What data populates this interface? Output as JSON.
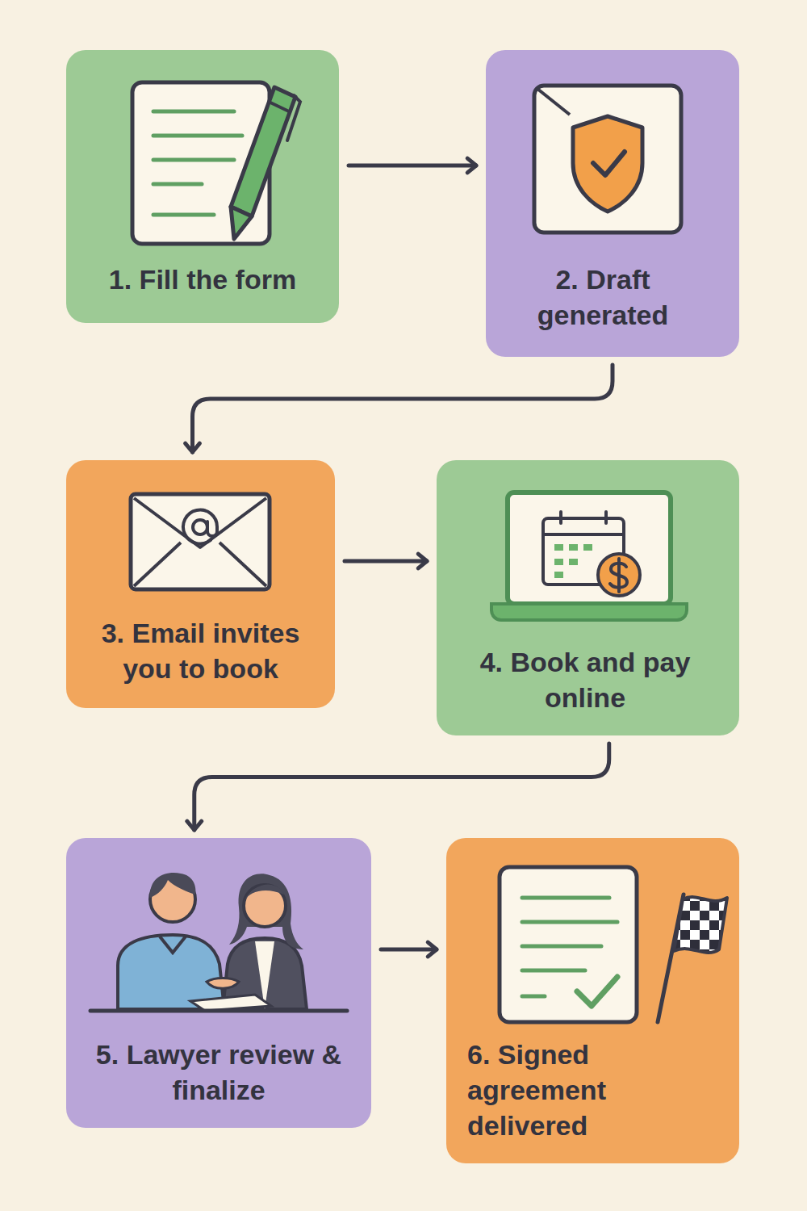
{
  "diagram": {
    "nodes": [
      {
        "text": [
          "1. Fill the form"
        ]
      },
      {
        "text": [
          "2. Draft generated"
        ]
      },
      {
        "text": [
          "3. Email invites you to book"
        ]
      },
      {
        "text": [
          "4. Book and pay online"
        ]
      },
      {
        "text": [
          "5. Lawyer review & finalize"
        ]
      },
      {
        "text": [
          "6. Signed agreement delivered"
        ]
      }
    ],
    "edges": [
      {
        "from": 0,
        "to": 1,
        "arrow": "to"
      },
      {
        "from": 1,
        "to": 2,
        "arrow": "to"
      },
      {
        "from": 2,
        "to": 3,
        "arrow": "to"
      },
      {
        "from": 3,
        "to": 4,
        "arrow": "to"
      },
      {
        "from": 4,
        "to": 5,
        "arrow": "to"
      }
    ]
  }
}
